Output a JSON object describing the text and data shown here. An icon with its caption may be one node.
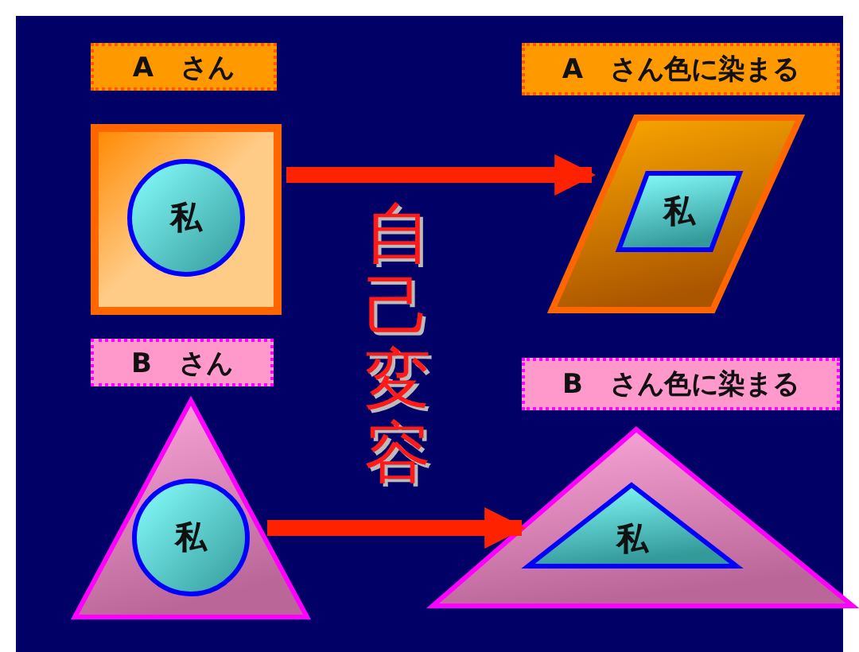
{
  "diagram": {
    "nodes": [
      {
        "text": [
          "A　さん"
        ]
      },
      {
        "text": [],
        "shape": "box"
      },
      {
        "text": [
          "私"
        ],
        "in": 1
      },
      {
        "text": [
          "A　さん色に染まる"
        ]
      },
      {
        "text": [],
        "shape": "parallelogram"
      },
      {
        "text": [
          "私"
        ],
        "in": 4
      },
      {
        "text": [
          "B　さん"
        ]
      },
      {
        "text": [],
        "shape": "triangle"
      },
      {
        "text": [
          "私"
        ],
        "in": 7
      },
      {
        "text": [
          "B　さん色に染まる"
        ]
      },
      {
        "text": [],
        "shape": "triangle"
      },
      {
        "text": [
          "私"
        ],
        "in": 10
      }
    ],
    "edges": [
      {
        "from": 1,
        "to": 4,
        "arrow": "to"
      },
      {
        "from": 7,
        "to": 10,
        "arrow": "to"
      }
    ],
    "labels": [
      "自己変容"
    ]
  }
}
